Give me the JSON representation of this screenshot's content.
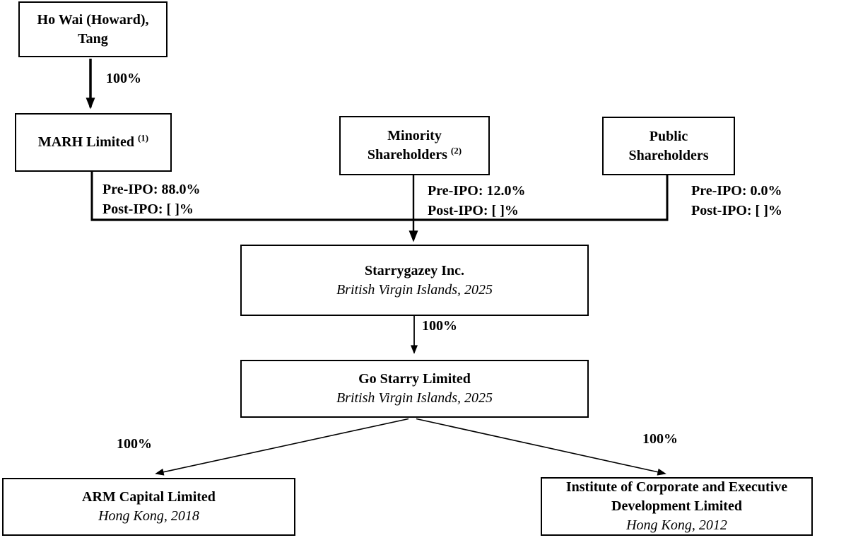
{
  "colors": {
    "line": "#000000",
    "text": "#000000",
    "box_border": "#000000",
    "background": "#ffffff"
  },
  "nodes": {
    "howard": {
      "title": "Ho Wai (Howard), Tang"
    },
    "marh": {
      "title": "MARH Limited",
      "footnote": "(1)"
    },
    "minority": {
      "title": "Minority Shareholders",
      "footnote": "(2)"
    },
    "public": {
      "title": "Public Shareholders"
    },
    "starrygazey": {
      "title": "Starrygazey Inc.",
      "subtitle": "British Virgin Islands, 2025"
    },
    "gostarry": {
      "title": "Go Starry Limited",
      "subtitle": "British Virgin Islands, 2025"
    },
    "arm": {
      "title": "ARM Capital Limited",
      "subtitle": "Hong Kong, 2018"
    },
    "institute": {
      "title": "Institute of Corporate and Executive Development Limited",
      "subtitle": "Hong Kong, 2012"
    }
  },
  "edges": {
    "howard_to_marh": {
      "label": "100%"
    },
    "starrygazey_to_gostarry": {
      "label": "100%"
    },
    "gostarry_to_arm": {
      "label": "100%"
    },
    "gostarry_to_institute": {
      "label": "100%"
    }
  },
  "holdings": {
    "marh": {
      "pre_ipo": "Pre-IPO: 88.0%",
      "post_ipo": "Post-IPO: [ ]%"
    },
    "minority": {
      "pre_ipo": "Pre-IPO: 12.0%",
      "post_ipo": "Post-IPO: [ ]%"
    },
    "public": {
      "pre_ipo": "Pre-IPO: 0.0%",
      "post_ipo": "Post-IPO: [ ]%"
    }
  }
}
